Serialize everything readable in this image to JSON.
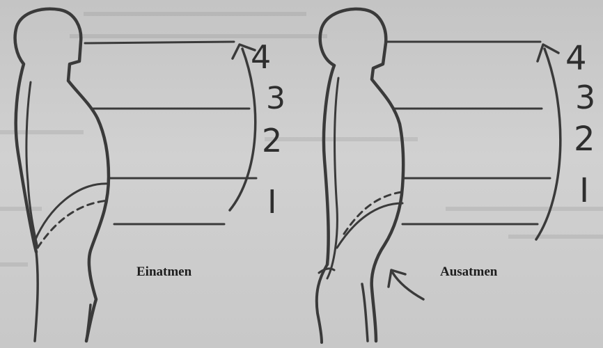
{
  "colors": {
    "background": "#c9c9c9",
    "ink": "#3a3a3a"
  },
  "panels": [
    {
      "caption": "Einatmen",
      "levels": [
        "4",
        "3",
        "2",
        "I"
      ]
    },
    {
      "caption": "Ausatmen",
      "levels": [
        "4",
        "3",
        "2",
        "I"
      ]
    }
  ]
}
